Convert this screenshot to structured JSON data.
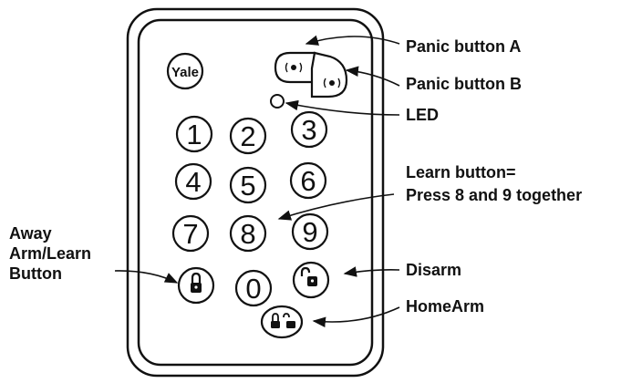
{
  "device": {
    "logo": "Yale",
    "keys": [
      "1",
      "2",
      "3",
      "4",
      "5",
      "6",
      "7",
      "8",
      "9",
      "0"
    ]
  },
  "callouts": {
    "panic_a": "Panic button A",
    "panic_b": "Panic button B",
    "led": "LED",
    "learn": [
      "Learn button=",
      "Press 8 and 9 together"
    ],
    "away": [
      "Away",
      "Arm/Learn",
      "Button"
    ],
    "disarm": "Disarm",
    "home_arm": "HomeArm"
  },
  "icons": {
    "panic": "siren-icon",
    "away_arm": "locked-padlock-icon",
    "disarm": "unlocked-padlock-icon",
    "home_arm": "partial-lock-icon"
  }
}
